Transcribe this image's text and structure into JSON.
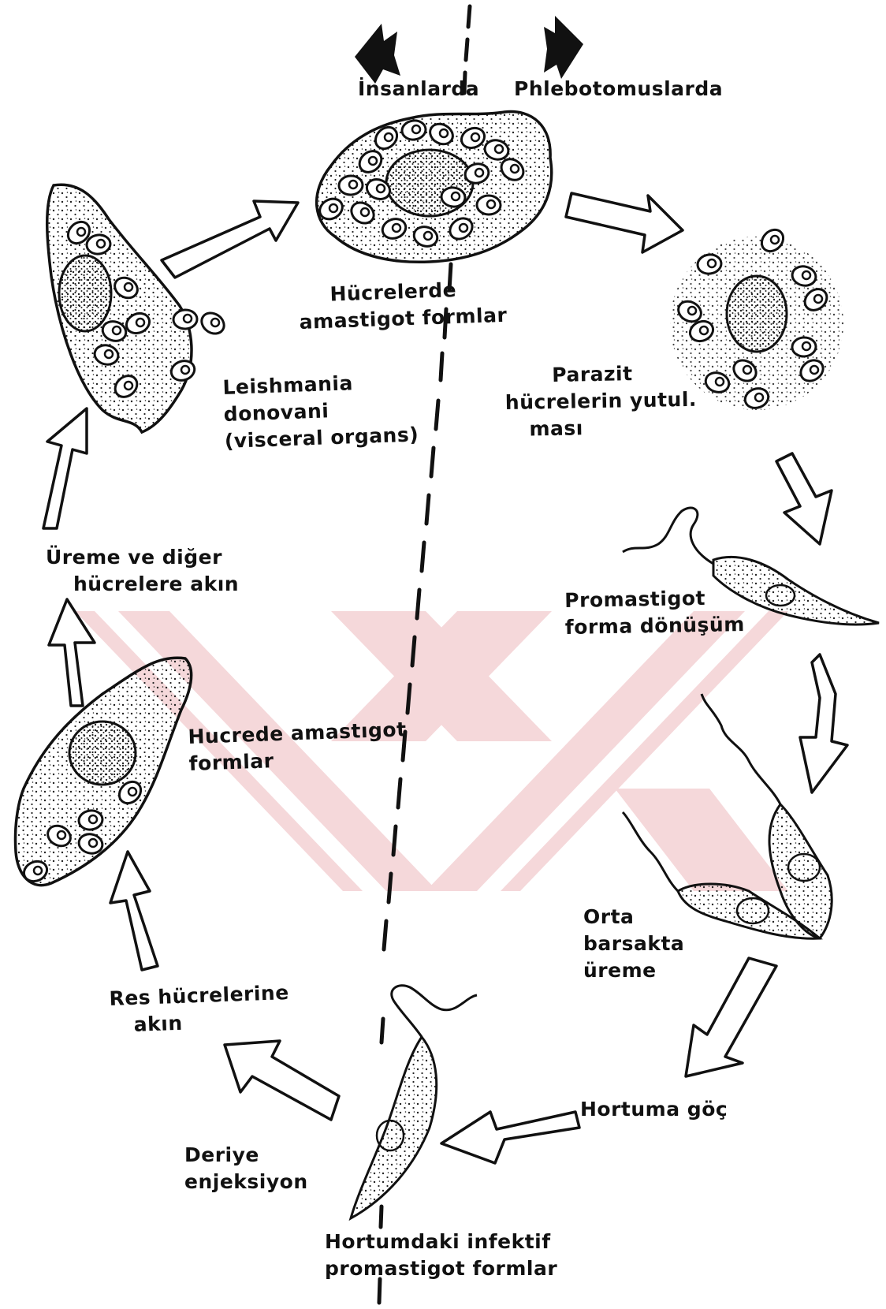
{
  "colors": {
    "ink": "#111111",
    "watermark": "#f4d4d7",
    "background": "#ffffff"
  },
  "header": {
    "left_label": "İnsanlarda",
    "right_label": "Phlebotomuslarda"
  },
  "stages": {
    "hucrelerde_amastigot": {
      "line1": "Hücrelerde",
      "line2": "amastigot formlar"
    },
    "parazit_yutulmasi": {
      "line1": "Parazit",
      "line2": "hücrelerin yutul.",
      "line3": "ması"
    },
    "promastigot_donusum": {
      "line1": "Promastigot",
      "line2": "forma dönüşüm"
    },
    "orta_barsak": {
      "line1": "Orta",
      "line2": "barsakta",
      "line3": "üreme"
    },
    "hortuma_goc": {
      "line1": "Hortuma göç"
    },
    "hortumdaki_infektif": {
      "line1": "Hortumdaki infektif",
      "line2": "promastigot formlar"
    },
    "deriye_enjeksiyon": {
      "line1": "Deriye",
      "line2": "enjeksiyon"
    },
    "res_hucrelerine": {
      "line1": "Res hücrelerine",
      "line2": "akın"
    },
    "hucrede_amastigot": {
      "line1": "Hucrede amastıgot",
      "line2": "formlar"
    },
    "ureme_akin": {
      "line1": "Üreme ve diğer",
      "line2": "hücrelere akın"
    },
    "leishmania": {
      "line1": "Leishmania",
      "line2": "donovani",
      "line3": "(visceral organs)"
    }
  },
  "icons": [
    "arrow-left-icon",
    "arrow-right-icon",
    "watermark-x-icon"
  ]
}
